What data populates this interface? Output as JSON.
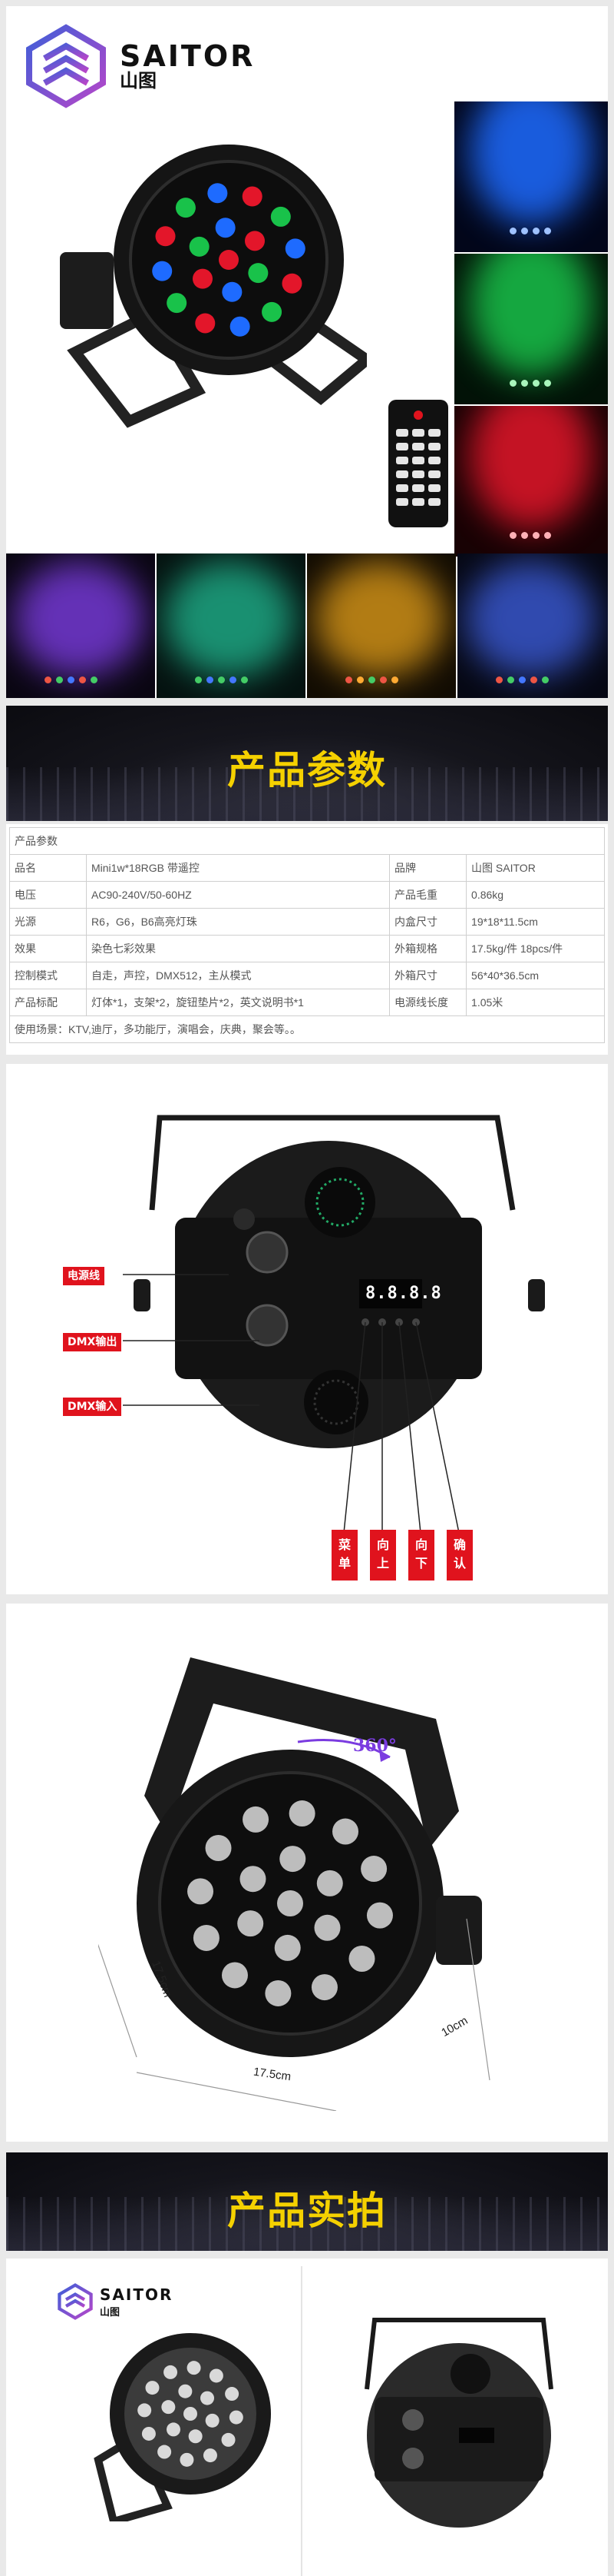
{
  "brand": {
    "name_en": "SAITOR",
    "name_cn": "山图"
  },
  "hero": {
    "tile_colors": [
      "#1e6bff",
      "#19c24a",
      "#e3162a"
    ],
    "bottom_tile_colors": [
      "#7b3ce0",
      "#1fb08a",
      "#e8a21a",
      "#3b5bd6"
    ]
  },
  "sections": {
    "params_title": "产品参数",
    "photos_title": "产品实拍"
  },
  "spec": {
    "header": "产品参数",
    "rows": [
      [
        "品名",
        "Mini1w*18RGB 带遥控",
        "品牌",
        "山图 SAITOR"
      ],
      [
        "电压",
        "AC90-240V/50-60HZ",
        "产品毛重",
        "0.86kg"
      ],
      [
        "光源",
        "R6，G6，B6高亮灯珠",
        "内盒尺寸",
        "19*18*11.5cm"
      ],
      [
        "效果",
        "染色七彩效果",
        "外箱规格",
        "17.5kg/件  18pcs/件"
      ],
      [
        "控制模式",
        "自走，声控，DMX512，主从模式",
        "外箱尺寸",
        "56*40*36.5cm"
      ],
      [
        "产品标配",
        "灯体*1，支架*2，旋钮垫片*2，英文说明书*1",
        "电源线长度",
        "1.05米"
      ]
    ],
    "footer": "使用场景：KTV,迪厅，多功能厅，演唱会，庆典，聚会等。。"
  },
  "back_panel": {
    "display": "8.8.8.8",
    "labels": {
      "power": "电源线",
      "dmx_out": "DMX输出",
      "dmx_in": "DMX输入"
    },
    "buttons": [
      {
        "chars": [
          "菜",
          "单"
        ]
      },
      {
        "chars": [
          "向",
          "上"
        ]
      },
      {
        "chars": [
          "向",
          "下"
        ]
      },
      {
        "chars": [
          "确",
          "认"
        ]
      }
    ]
  },
  "dimensions": {
    "rotation": "360°",
    "width": "17.5cm",
    "height": "17.5cm",
    "depth": "10cm"
  },
  "colors": {
    "accent_red": "#e0131d",
    "title_yellow": "#f5d100",
    "banner_dark": "#15151c"
  }
}
